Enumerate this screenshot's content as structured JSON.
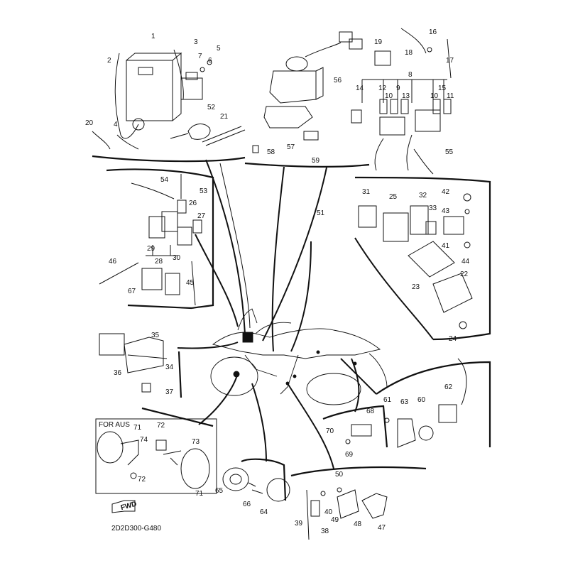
{
  "diagram": {
    "drawing_code": "2D2D300-G480",
    "callout_box_title": "FOR AUS",
    "direction_marker": "FWD",
    "part_numbers": [
      "1",
      "2",
      "3",
      "4",
      "5",
      "6",
      "7",
      "8",
      "9",
      "10",
      "11",
      "12",
      "13",
      "14",
      "15",
      "16",
      "17",
      "18",
      "19",
      "20",
      "21",
      "22",
      "23",
      "24",
      "25",
      "26",
      "27",
      "28",
      "29",
      "30",
      "31",
      "32",
      "33",
      "34",
      "35",
      "36",
      "37",
      "38",
      "39",
      "40",
      "41",
      "42",
      "43",
      "44",
      "45",
      "46",
      "47",
      "48",
      "49",
      "50",
      "51",
      "52",
      "53",
      "54",
      "55",
      "56",
      "57",
      "58",
      "59",
      "60",
      "61",
      "62",
      "63",
      "64",
      "65",
      "66",
      "67",
      "68",
      "69",
      "70",
      "71",
      "72",
      "73",
      "74"
    ]
  },
  "colors": {
    "line": "#111111",
    "background": "#ffffff"
  }
}
